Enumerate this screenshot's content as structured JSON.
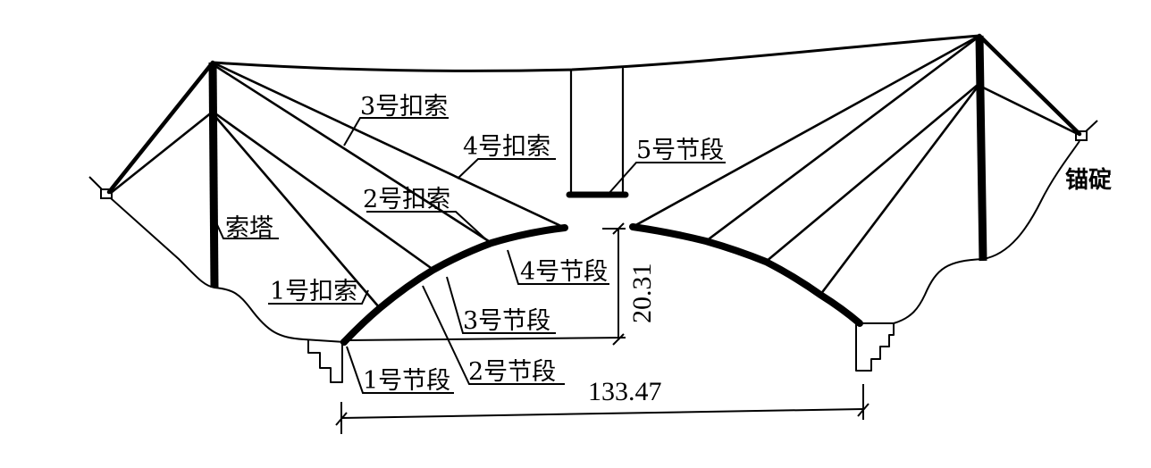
{
  "diagram": {
    "title": "",
    "description": "Cable-stayed cantilever erection of an arch bridge (扣索 / 索塔 / 节段 layout)",
    "labels": {
      "tower": "索塔",
      "anchorage": "锚碇",
      "cable_1": "1号扣索",
      "cable_2": "2号扣索",
      "cable_3": "3号扣索",
      "cable_4": "4号扣索",
      "segment_1": "1号节段",
      "segment_2": "2号节段",
      "segment_3": "3号节段",
      "segment_4": "4号节段",
      "segment_5": "5号节段"
    },
    "dimensions": {
      "span": "133.47",
      "rise": "20.31"
    },
    "colors": {
      "line": "#000000",
      "background": "#ffffff"
    }
  }
}
